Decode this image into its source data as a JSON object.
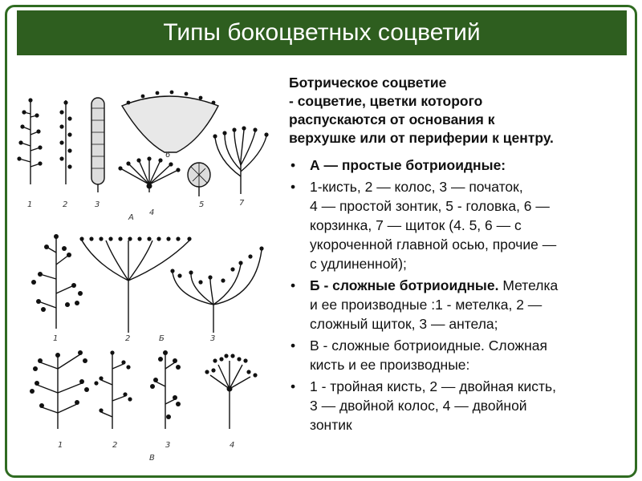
{
  "slide": {
    "title": "Типы бокоцветных соцветий",
    "definition": {
      "line1": "Ботрическое соцветие",
      "line2": "- соцветие, цветки которого",
      "line3": "распускаются от основания к",
      "line4": "верхушке или от периферии к центру."
    },
    "bullets": [
      {
        "bullet": "•",
        "strong": "А — простые ботриоидные:",
        "lines": []
      },
      {
        "bullet": "•",
        "strong": "",
        "lines": [
          "1-кисть, 2 — колос, 3 — початок,",
          "4 — простой зонтик, 5 - головка, 6 —",
          "корзинка, 7 — щиток (4. 5, 6 — с",
          "укороченной главной осью, прочие —",
          "с удлиненной);"
        ]
      },
      {
        "bullet": "•",
        "strong": "Б - сложные ботриоидные.",
        "rest": " Метелка",
        "lines": [
          "и ее производные :1 - метелка, 2 —",
          "сложный щиток, 3 — антела;"
        ]
      },
      {
        "bullet": "•",
        "strong": "",
        "lines": [
          "В - сложные ботриоидные. Сложная",
          "кисть и ее производные:"
        ]
      },
      {
        "bullet": "•",
        "strong": "",
        "lines": [
          "1 - тройная кисть, 2 — двойная кисть,",
          "3 — двойной колос, 4 — двойной",
          "зонтик"
        ]
      }
    ]
  },
  "figure": {
    "row_a": {
      "numbers": [
        "1",
        "2",
        "3",
        "4",
        "5",
        "6",
        "7"
      ],
      "letter": "А"
    },
    "row_b": {
      "numbers": [
        "1",
        "2",
        "3"
      ],
      "letter": "Б"
    },
    "row_c": {
      "numbers": [
        "1",
        "2",
        "3",
        "4"
      ],
      "letter": "В"
    }
  },
  "colors": {
    "title_bg": "#2e5e1f",
    "frame": "#2f6b21"
  }
}
